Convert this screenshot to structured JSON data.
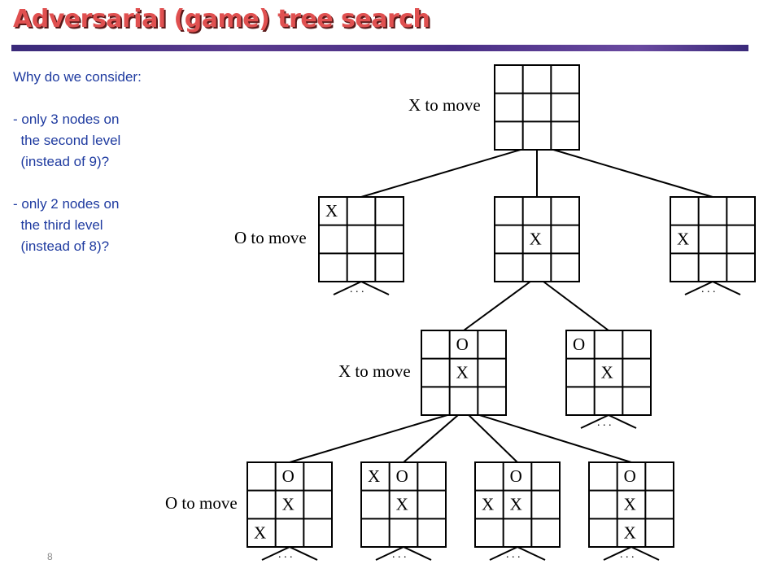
{
  "header": {
    "title": "Adversarial (game) tree search"
  },
  "notes": {
    "q1": "Why do we consider:",
    "q2_line1": "- only 3 nodes on",
    "q2_line2": "  the second level",
    "q2_line3": "  (instead of 9)?",
    "q3_line1": "- only 2 nodes on",
    "q3_line2": "  the third level",
    "q3_line3": "  (instead of 8)?"
  },
  "footer": {
    "slide_number": "8"
  },
  "diagram": {
    "labels": [
      "X to move",
      "O to move",
      "X to move",
      "O to move"
    ],
    "ellipsis": ". . .",
    "nodes": [
      {
        "id": "root",
        "cells": [
          "",
          "",
          "",
          "",
          "",
          "",
          "",
          "",
          ""
        ]
      },
      {
        "id": "l1-corner",
        "cells": [
          "X",
          "",
          "",
          "",
          "",
          "",
          "",
          "",
          ""
        ]
      },
      {
        "id": "l1-center",
        "cells": [
          "",
          "",
          "",
          "",
          "X",
          "",
          "",
          "",
          ""
        ]
      },
      {
        "id": "l1-edge",
        "cells": [
          "",
          "",
          "",
          "X",
          "",
          "",
          "",
          "",
          ""
        ]
      },
      {
        "id": "l2-edge",
        "cells": [
          "",
          "O",
          "",
          "",
          "X",
          "",
          "",
          "",
          ""
        ]
      },
      {
        "id": "l2-corner",
        "cells": [
          "O",
          "",
          "",
          "",
          "X",
          "",
          "",
          "",
          ""
        ]
      },
      {
        "id": "l3-a",
        "cells": [
          "",
          "O",
          "",
          "",
          "X",
          "",
          "X",
          "",
          ""
        ]
      },
      {
        "id": "l3-b",
        "cells": [
          "X",
          "O",
          "",
          "",
          "X",
          "",
          "",
          "",
          ""
        ]
      },
      {
        "id": "l3-c",
        "cells": [
          "",
          "O",
          "",
          "X",
          "X",
          "",
          "",
          "",
          ""
        ]
      },
      {
        "id": "l3-d",
        "cells": [
          "",
          "O",
          "",
          "",
          "X",
          "",
          "",
          "X",
          ""
        ]
      }
    ]
  }
}
